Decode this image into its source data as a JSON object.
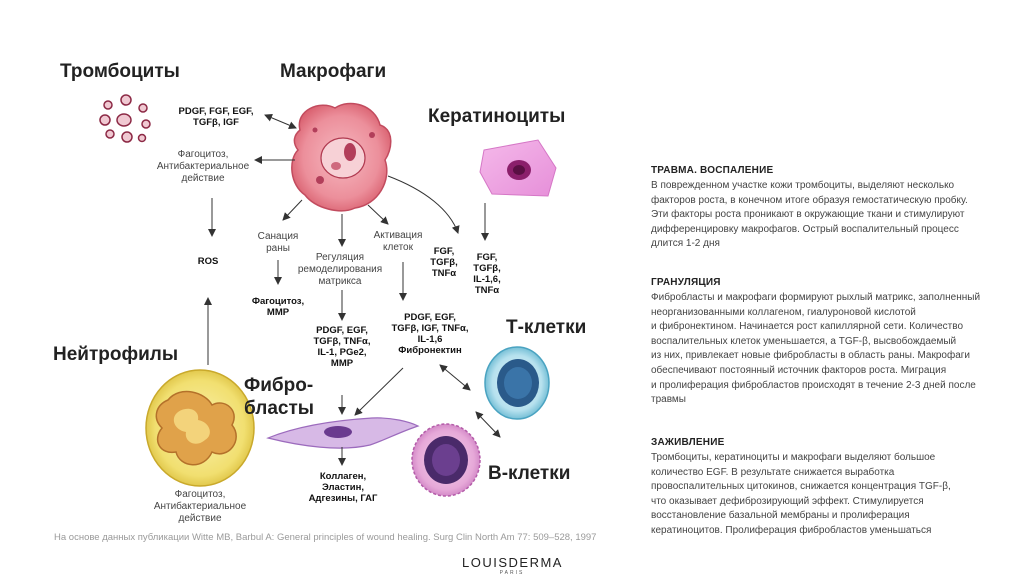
{
  "cells": {
    "platelets": "Тромбоциты",
    "macrophages": "Макрофаги",
    "keratinocytes": "Кератиноциты",
    "neutrophils": "Нейтрофилы",
    "fibroblasts_line1": "Фибро-",
    "fibroblasts_line2": "бласты",
    "t_cells": "Т-клетки",
    "b_cells": "В-клетки"
  },
  "labels": {
    "platelet_factors_1": "PDGF, FGF, EGF,",
    "platelet_factors_2": "TGFβ, IGF",
    "phago_top_1": "Фагоцитоз,",
    "phago_top_2": "Антибактериальное",
    "phago_top_3": "действие",
    "ros": "ROS",
    "sanation_1": "Санация",
    "sanation_2": "раны",
    "regulation_1": "Регуляция",
    "regulation_2": "ремоделирования",
    "regulation_3": "матрикса",
    "activation_1": "Активация",
    "activation_2": "клеток",
    "fgf_a_1": "FGF,",
    "fgf_a_2": "TGFβ,",
    "fgf_a_3": "TNFα",
    "fgf_b_1": "FGF,",
    "fgf_b_2": "TGFβ,",
    "fgf_b_3": "IL-1,6,",
    "fgf_b_4": "TNFα",
    "phago_mmp_1": "Фагоцитоз,",
    "phago_mmp_2": "MMP",
    "mac_factors_1": "PDGF, EGF,",
    "mac_factors_2": "TGFβ,  TNFα,",
    "mac_factors_3": "IL-1, PGe2,",
    "mac_factors_4": "MMP",
    "t_factors_1": "PDGF, EGF,",
    "t_factors_2": "TGFβ,  IGF, TNFα,",
    "t_factors_3": "IL-1,6",
    "t_factors_4": "Фибронектин",
    "collagen_1": "Коллаген,",
    "collagen_2": "Эластин,",
    "collagen_3": "Адгезины, ГАГ",
    "phago_bottom_1": "Фагоцитоз,",
    "phago_bottom_2": "Антибактериальное",
    "phago_bottom_3": "действие"
  },
  "source": "На основе данных публикации Witte MB, Barbul A: General principles of wound healing. Surg Clin North Am 77: 509–528, 1997",
  "logo": {
    "main": "LOUISDERMA",
    "sub": "PARIS"
  },
  "sections": [
    {
      "heading": "ТРАВМА. ВОСПАЛЕНИЕ",
      "lines": [
        "В поврежденном участке кожи тромбоциты, выделяют несколько",
        "факторов роста, в  конечном итоге образуя  гемостатическую пробку.",
        "Эти факторы роста проникают в окружающие ткани и стимулируют",
        "дифференцировку  макрофагов. Острый воспалительный процесс",
        "длится 1-2 дня"
      ]
    },
    {
      "heading": "ГРАНУЛЯЦИЯ",
      "lines": [
        "Фибробласты и макрофаги формируют рыхлый матрикс, заполненный",
        "неорганизованными коллагеном, гиалуроновой кислотой",
        "и  фибронектином. Начинается рост капиллярной сети. Количество",
        "воспалительных клеток уменьшается, а TGF-β, высвобождаемый",
        "из них, привлекает новые фибробласты в область раны. Макрофаги",
        "обеспечивают постоянный источник факторов роста. Миграция",
        "и пролиферация  фибробластов происходят в течение 2-3 дней после",
        "травмы"
      ]
    },
    {
      "heading": "ЗАЖИВЛЕНИЕ",
      "lines": [
        "Тромбоциты, кератиноциты и  макрофаги выделяют большое",
        "количество EGF. В результате снижается выработка",
        "провоспалительных цитокинов,  снижается концентрация TGF-β,",
        "что оказывает дефиброзирующий  эффект. Стимулируется",
        "восстановление базальной  мембраны и пролиферация",
        "кератиноцитов. Пролиферация  фибробластов уменьшаться"
      ]
    }
  ]
}
